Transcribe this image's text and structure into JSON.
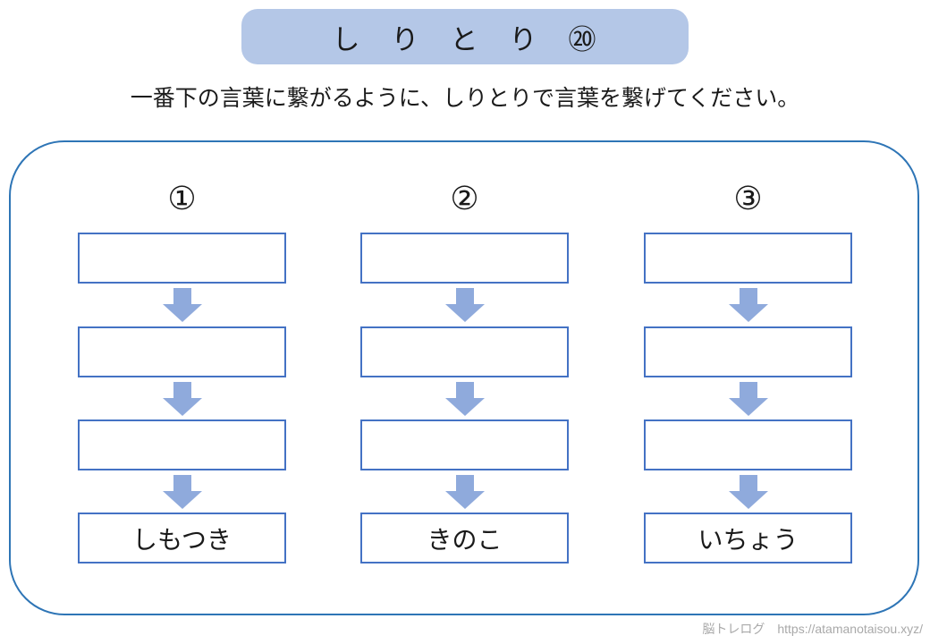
{
  "banner": {
    "title": "し　り　と　り　⑳"
  },
  "instruction": "一番下の言葉に繋がるように、しりとりで言葉を繋げてください。",
  "worksheet": {
    "columns": [
      {
        "number": "①",
        "boxes": [
          "",
          "",
          "",
          "しもつき"
        ]
      },
      {
        "number": "②",
        "boxes": [
          "",
          "",
          "",
          "きのこ"
        ]
      },
      {
        "number": "③",
        "boxes": [
          "",
          "",
          "",
          "いちょう"
        ]
      }
    ]
  },
  "footer": {
    "credit": "脳トレログ　https://atamanotaisou.xyz/"
  },
  "colors": {
    "banner_bg": "#b4c7e7",
    "box_border": "#4472c4",
    "frame_border": "#2e75b6",
    "arrow": "#8faadc",
    "text": "#1a1a1a",
    "watermark": "#a9a9a9"
  }
}
